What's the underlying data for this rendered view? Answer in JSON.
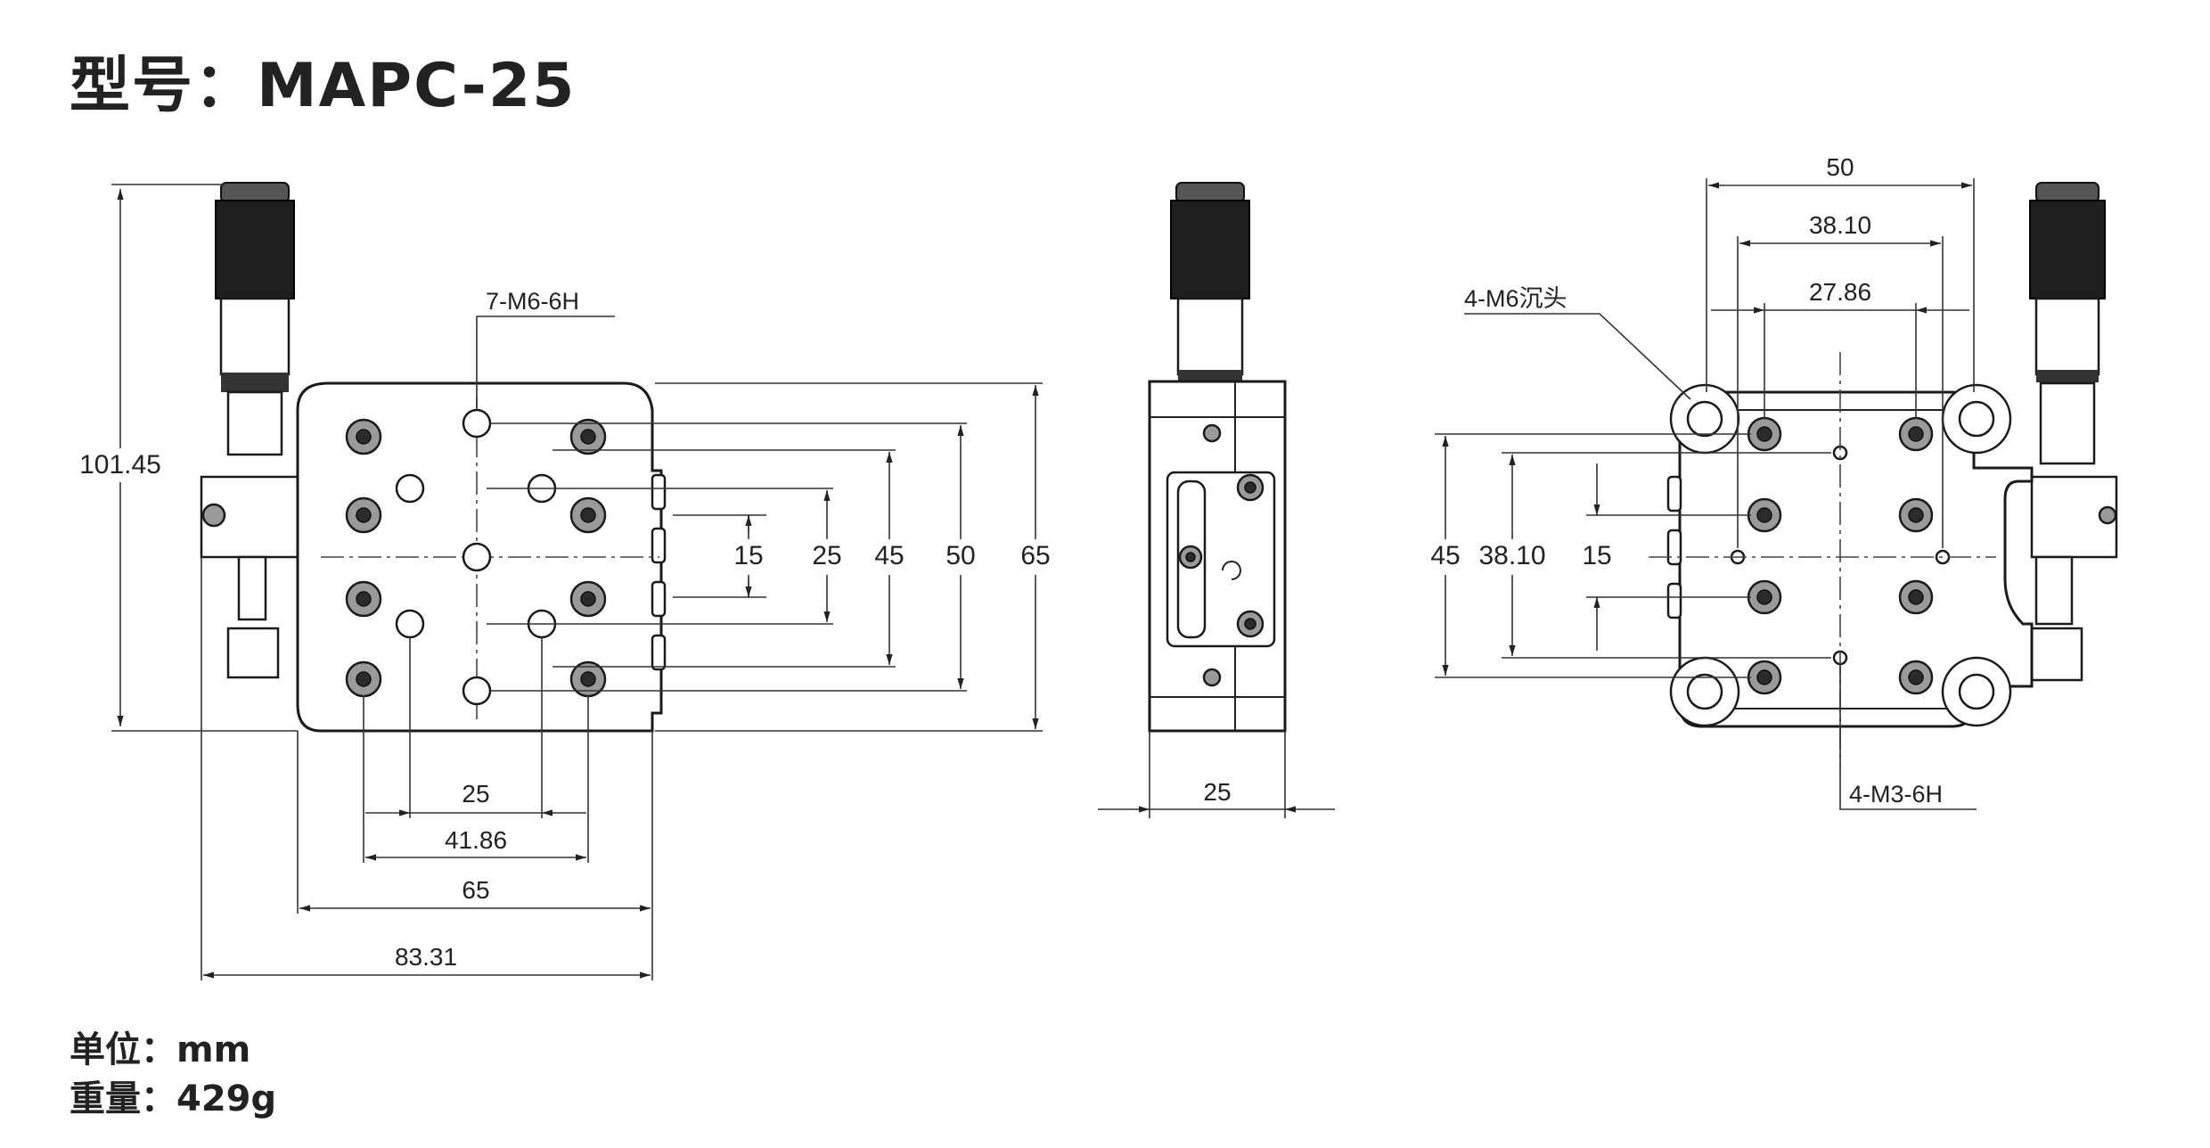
{
  "title": "型号：MAPC-25",
  "unit_line": "单位：mm",
  "weight_line": "重量：429g",
  "front_view": {
    "callout_top": "7-M6-6H",
    "dim_height_total": "101.45",
    "dims_vertical": [
      "15",
      "25",
      "45",
      "50",
      "65"
    ],
    "dims_bottom": [
      "25",
      "41.86",
      "65",
      "83.31"
    ]
  },
  "side_view": {
    "dim_width": "25"
  },
  "bottom_view": {
    "dims_top": [
      "50",
      "38.10",
      "27.86"
    ],
    "dims_left": [
      "45",
      "38.10",
      "15"
    ],
    "callout_counterbore": "4-M6沉头",
    "callout_thread": "4-M3-6H"
  }
}
